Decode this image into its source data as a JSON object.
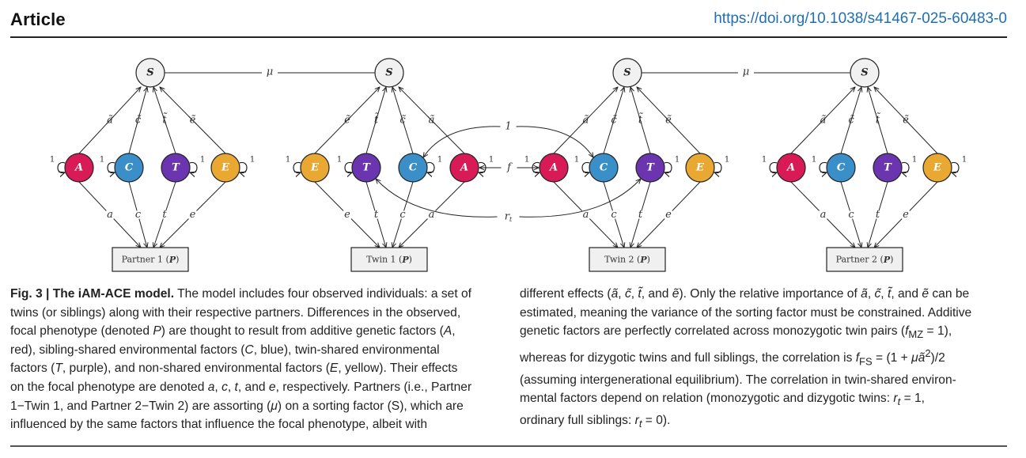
{
  "header": {
    "section": "Article",
    "doi": "https://doi.org/10.1038/s41467-025-60483-0"
  },
  "colors": {
    "A": "#d81b56",
    "C": "#3a8fc8",
    "T": "#6b35b0",
    "E": "#e8a832",
    "S": "#f1f1f1",
    "box": "#f0f0f0",
    "line": "#222222",
    "doi_link": "#1f6fb2"
  },
  "diagram": {
    "sorting_factor_label": "S",
    "assortment_label": "μ",
    "self_loop_label": "1",
    "genetic_correlation_label": "f",
    "shared_env_correlation_label": "1",
    "twin_env_correlation_label": "r",
    "twin_env_correlation_sub": "t",
    "individuals": [
      {
        "id": "partner1",
        "box_label": "Partner 1",
        "box_symbol": "P",
        "factors": [
          "A",
          "C",
          "T",
          "E"
        ],
        "s_paths": [
          "ã",
          "c̃",
          "t̃",
          "ẽ"
        ],
        "p_paths": [
          "a",
          "c",
          "t",
          "e"
        ]
      },
      {
        "id": "twin1",
        "box_label": "Twin 1",
        "box_symbol": "P",
        "factors": [
          "E",
          "T",
          "C",
          "A"
        ],
        "s_paths": [
          "ẽ",
          "t̃",
          "c̃",
          "ã"
        ],
        "p_paths": [
          "e",
          "t",
          "c",
          "a"
        ]
      },
      {
        "id": "twin2",
        "box_label": "Twin 2",
        "box_symbol": "P",
        "factors": [
          "A",
          "C",
          "T",
          "E"
        ],
        "s_paths": [
          "ã",
          "c̃",
          "t̃",
          "ẽ"
        ],
        "p_paths": [
          "a",
          "c",
          "t",
          "e"
        ]
      },
      {
        "id": "partner2",
        "box_label": "Partner 2",
        "box_symbol": "P",
        "factors": [
          "A",
          "C",
          "T",
          "E"
        ],
        "s_paths": [
          "ã",
          "c̃",
          "t̃",
          "ẽ"
        ],
        "p_paths": [
          "a",
          "c",
          "t",
          "e"
        ]
      }
    ]
  },
  "caption": {
    "left_lines": [
      "<b>Fig. 3 | The iAM-ACE model.</b> The model includes four observed individuals: a set of",
      "twins (or siblings) along with their respective partners. Differences in the observed,",
      "focal phenotype (denoted <i>P</i>) are thought to result from additive genetic factors (<i>A</i>,",
      "red), sibling-shared environmental factors (<i>C</i>, blue), twin-shared environmental",
      "factors (<i>T</i>, purple), and non-shared environmental factors (<i>E</i>, yellow). Their effects",
      "on the focal phenotype are denoted <i>a</i>, <i>c</i>, <i>t</i>, and <i>e</i>, respectively. Partners (i.e., Partner",
      "1−Twin 1, and Partner 2−Twin 2) are assorting (<i>μ</i>) on a sorting factor (S), which are",
      "influenced by the same factors that influence the focal phenotype, albeit with"
    ],
    "right_lines": [
      "different effects (<i>ã</i>, <i>c̃</i>, <i>t̃</i>, and <i>ẽ</i>). Only the relative importance of <i>ã</i>, <i>c̃</i>, <i>t̃</i>, and <i>ẽ</i> can be",
      "estimated, meaning the variance of the sorting factor must be constrained. Additive",
      "genetic factors are perfectly correlated across monozygotic twin pairs (<i>f</i><sub>MZ</sub> = 1),",
      "whereas for dizygotic twins and full siblings, the correlation is <i>f</i><sub>FS</sub> = (1 + <i>μã</i><sup>2</sup>)/2",
      "(assuming intergenerational equilibrium). The correlation in twin-shared environ-",
      "mental factors depend on relation (monozygotic and dizygotic twins: <i>r<sub>t</sub></i> = 1,",
      "ordinary full siblings: <i>r<sub>t</sub></i> = 0)."
    ]
  }
}
